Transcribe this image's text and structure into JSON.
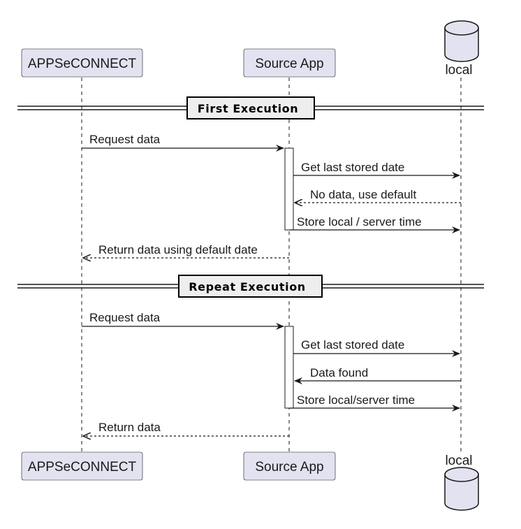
{
  "participants": {
    "appseconnect": "APPSeCONNECT",
    "source_app": "Source App",
    "local": "local"
  },
  "sections": {
    "first": "First Execution",
    "repeat": "Repeat Execution"
  },
  "messages": {
    "m1": "Request data",
    "m2": "Get last stored date",
    "m3": "No data, use default",
    "m4": "Store local / server time",
    "m5": "Return data using default date",
    "m6": "Request data",
    "m7": "Get last stored date",
    "m8": "Data found",
    "m9": "Store local/server time",
    "m10": "Return data"
  },
  "colors": {
    "participant_fill": "#E2E2F0",
    "participant_stroke": "#181818",
    "separator_fill": "#EEEEEE",
    "line": "#181818"
  }
}
